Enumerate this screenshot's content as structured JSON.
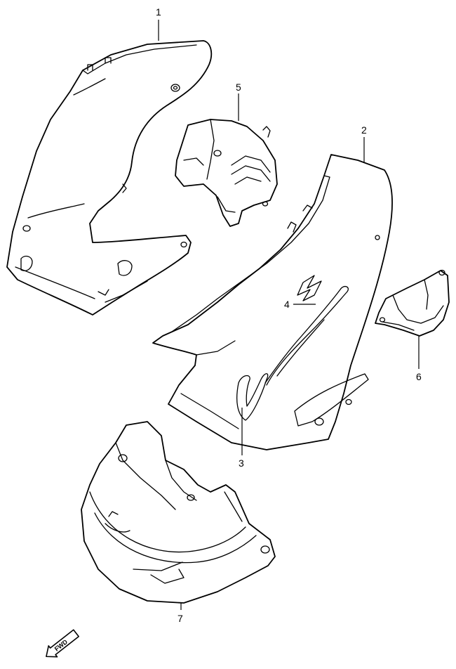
{
  "callouts": {
    "p1": "1",
    "p2": "2",
    "p3": "3",
    "p4": "4",
    "p5": "5",
    "p6": "6",
    "p7": "7"
  },
  "fwd_label": "FWD",
  "colors": {
    "line": "#000000",
    "paper": "#ffffff"
  }
}
